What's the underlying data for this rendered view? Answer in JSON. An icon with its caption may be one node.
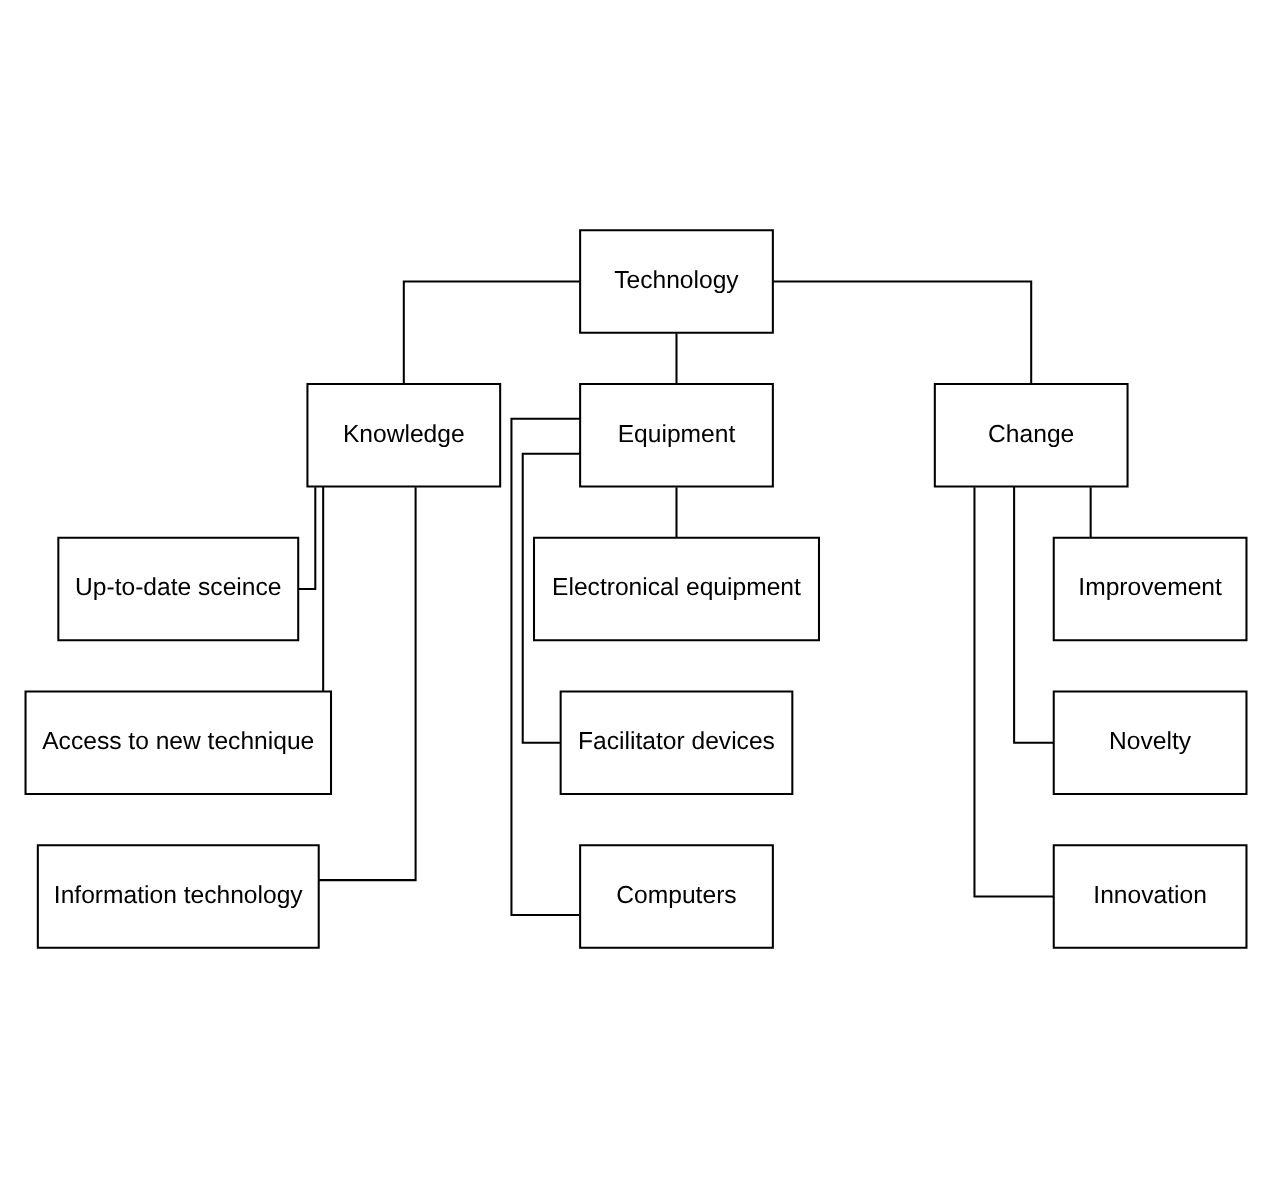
{
  "diagram": {
    "nodes": [
      {
        "text": [
          "Technology"
        ]
      },
      {
        "text": [
          "Knowledge"
        ]
      },
      {
        "text": [
          "Equipment"
        ]
      },
      {
        "text": [
          "Change"
        ]
      },
      {
        "text": [
          "Up-to-date sceince"
        ]
      },
      {
        "text": [
          "Access to new technique"
        ]
      },
      {
        "text": [
          "Information technology"
        ]
      },
      {
        "text": [
          "Electronical equipment"
        ]
      },
      {
        "text": [
          "Facilitator devices"
        ]
      },
      {
        "text": [
          "Computers"
        ]
      },
      {
        "text": [
          "Improvement"
        ]
      },
      {
        "text": [
          "Novelty"
        ]
      },
      {
        "text": [
          "Innovation"
        ]
      }
    ],
    "edges": [
      {
        "from": 0,
        "to": 1,
        "arrow": "none"
      },
      {
        "from": 0,
        "to": 2,
        "arrow": "none"
      },
      {
        "from": 0,
        "to": 3,
        "arrow": "none"
      },
      {
        "from": 1,
        "to": 4,
        "arrow": "none"
      },
      {
        "from": 1,
        "to": 5,
        "arrow": "none"
      },
      {
        "from": 1,
        "to": 6,
        "arrow": "none"
      },
      {
        "from": 2,
        "to": 7,
        "arrow": "none"
      },
      {
        "from": 2,
        "to": 8,
        "arrow": "none"
      },
      {
        "from": 2,
        "to": 9,
        "arrow": "none"
      },
      {
        "from": 3,
        "to": 10,
        "arrow": "none"
      },
      {
        "from": 3,
        "to": 11,
        "arrow": "none"
      },
      {
        "from": 3,
        "to": 12,
        "arrow": "none"
      }
    ]
  }
}
